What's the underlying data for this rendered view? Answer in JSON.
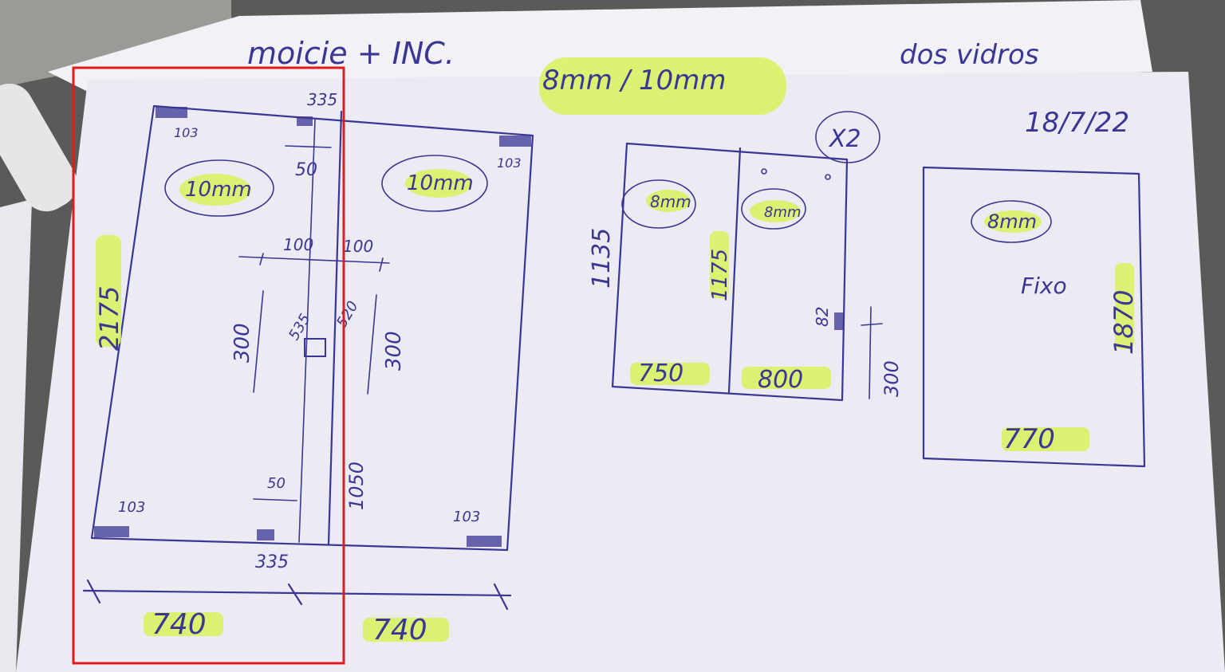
{
  "header": {
    "title": "moicie + INC.",
    "thickness": "8mm / 10mm",
    "subtitle_right": "dos vidros",
    "date": "18/7/22"
  },
  "left_drawing": {
    "height": "2175",
    "glass_left": "10mm",
    "glass_right": "10mm",
    "top_inner": "335",
    "corner_tl": "103",
    "corner_tr": "103",
    "corner_bl": "103",
    "corner_br": "103",
    "gap_top": "50",
    "gap_bottom": "50",
    "handle_left_span": "100",
    "handle_right_span": "100",
    "handle_len_left": "300",
    "handle_len_right": "300",
    "center_a": "535",
    "center_b": "520",
    "inner_height": "1050",
    "bottom_inner": "335",
    "width_left": "740",
    "width_right": "740"
  },
  "middle_drawing": {
    "multiplier": "X2",
    "glass_left": "8mm",
    "glass_right": "8mm",
    "height_outer": "1135",
    "height_inner": "1175",
    "side_mark": "82",
    "width_left": "750",
    "width_right": "800",
    "handle_len": "300"
  },
  "right_drawing": {
    "glass": "8mm",
    "label": "Fixo",
    "height": "1870",
    "width": "770"
  },
  "colors": {
    "ink": "#3a3694",
    "highlight": "#d8f25a",
    "paper": "#ecebf3",
    "selection": "#e41b1b"
  }
}
